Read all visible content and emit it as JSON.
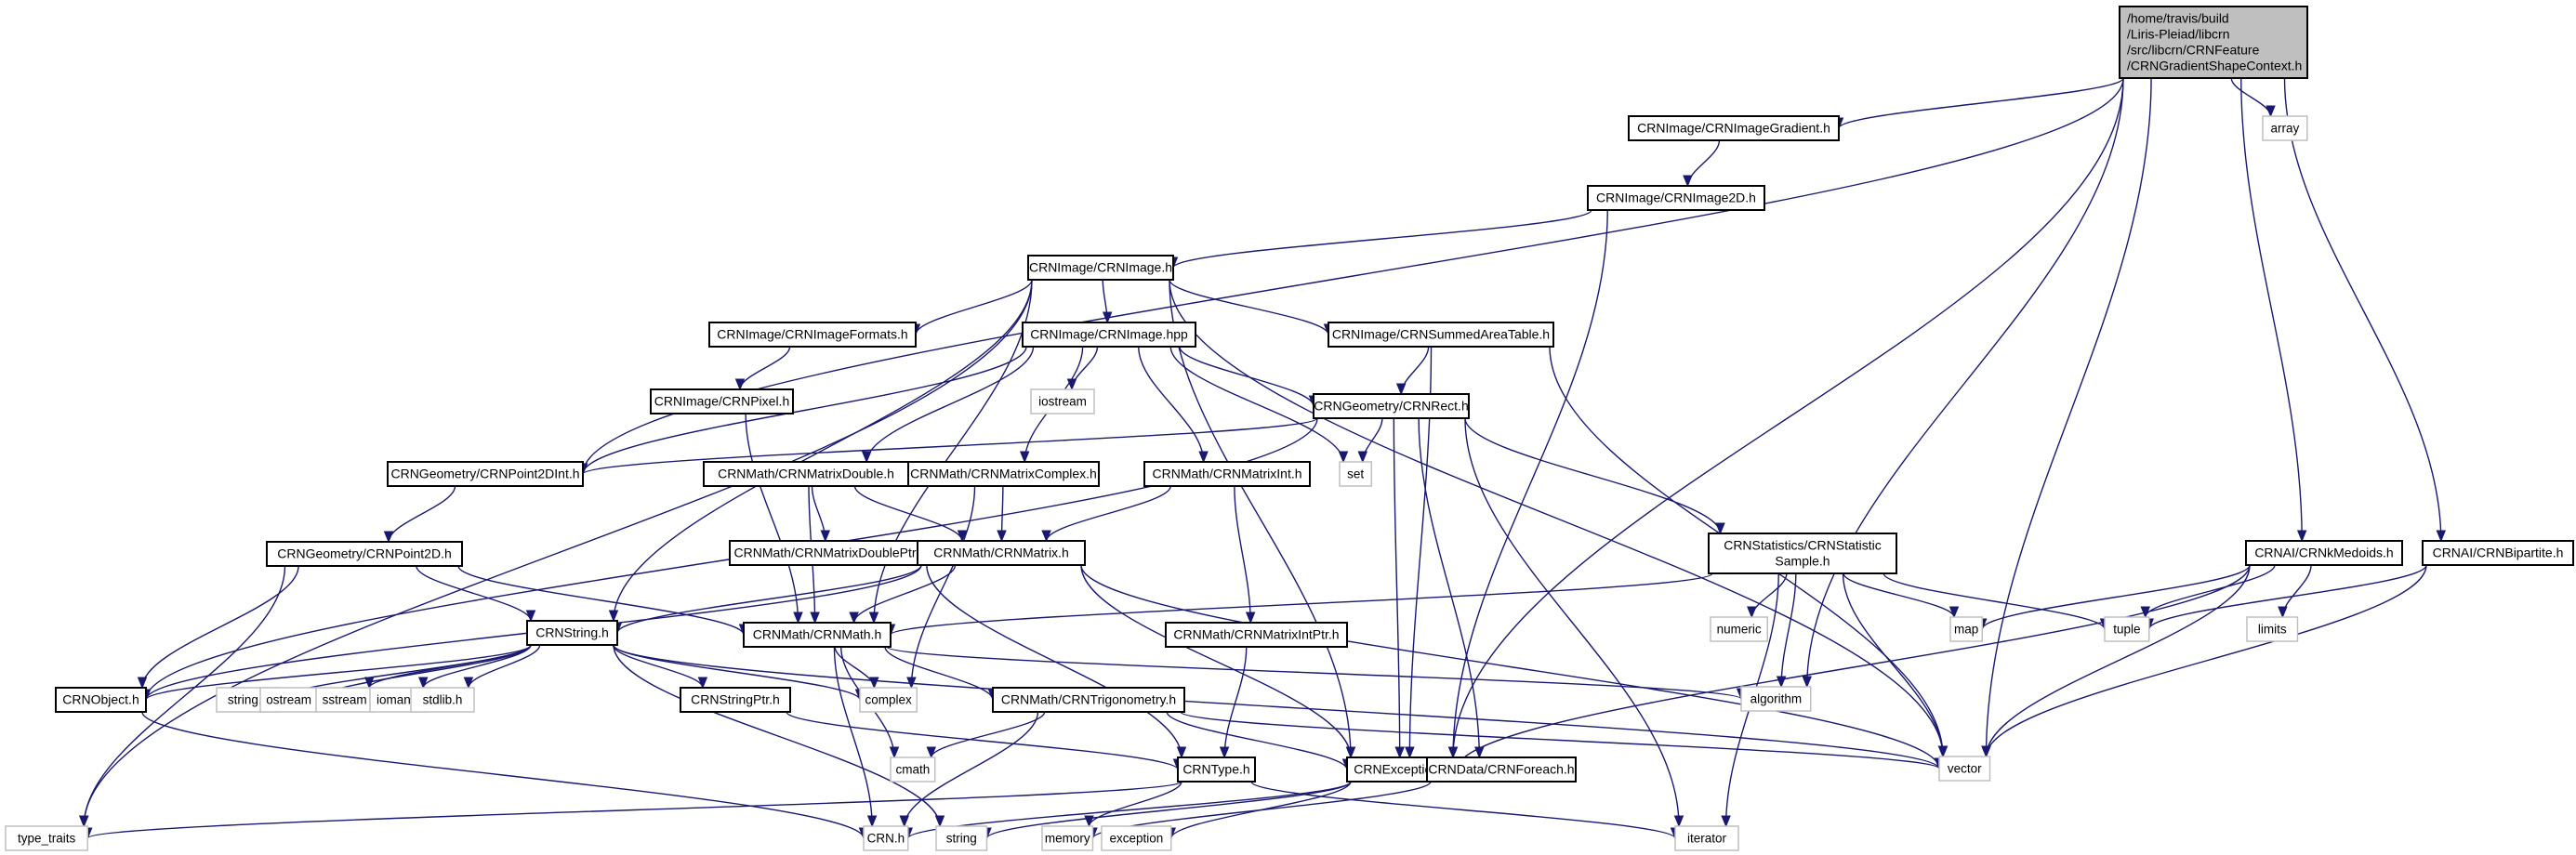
{
  "title": "Include dependency graph for CRNGradientShapeContext.h",
  "colors": {
    "edge": "#191970",
    "root_fill": "#bfbfbf",
    "local_border": "#000000",
    "system_border": "#bfbfbf"
  },
  "nodes": [
    {
      "id": "root",
      "kind": "root",
      "lines": [
        "/home/travis/build",
        "/Liris-Pleiad/libcrn",
        "/src/libcrn/CRNFeature",
        "/CRNGradientShapeContext.h"
      ]
    },
    {
      "id": "ImageGradient",
      "kind": "local",
      "lines": [
        "CRNImage/CRNImageGradient.h"
      ]
    },
    {
      "id": "array",
      "kind": "system",
      "lines": [
        "array"
      ]
    },
    {
      "id": "Image2D",
      "kind": "local",
      "lines": [
        "CRNImage/CRNImage2D.h"
      ]
    },
    {
      "id": "Image",
      "kind": "local",
      "lines": [
        "CRNImage/CRNImage.h"
      ]
    },
    {
      "id": "ImageFormats",
      "kind": "local",
      "lines": [
        "CRNImage/CRNImageFormats.h"
      ]
    },
    {
      "id": "ImageHpp",
      "kind": "local",
      "lines": [
        "CRNImage/CRNImage.hpp"
      ]
    },
    {
      "id": "SAT",
      "kind": "local",
      "lines": [
        "CRNImage/CRNSummedAreaTable.h"
      ]
    },
    {
      "id": "Pixel",
      "kind": "local",
      "lines": [
        "CRNImage/CRNPixel.h"
      ]
    },
    {
      "id": "iostream",
      "kind": "system",
      "lines": [
        "iostream"
      ]
    },
    {
      "id": "Rect",
      "kind": "local",
      "lines": [
        "CRNGeometry/CRNRect.h"
      ]
    },
    {
      "id": "Point2DInt",
      "kind": "local",
      "lines": [
        "CRNGeometry/CRNPoint2DInt.h"
      ]
    },
    {
      "id": "MatrixDouble",
      "kind": "local",
      "lines": [
        "CRNMath/CRNMatrixDouble.h"
      ]
    },
    {
      "id": "MatrixComplex",
      "kind": "local",
      "lines": [
        "CRNMath/CRNMatrixComplex.h"
      ]
    },
    {
      "id": "MatrixInt",
      "kind": "local",
      "lines": [
        "CRNMath/CRNMatrixInt.h"
      ]
    },
    {
      "id": "set",
      "kind": "system",
      "lines": [
        "set"
      ]
    },
    {
      "id": "Point2D",
      "kind": "local",
      "lines": [
        "CRNGeometry/CRNPoint2D.h"
      ]
    },
    {
      "id": "MatrixDoublePtr",
      "kind": "local",
      "lines": [
        "CRNMath/CRNMatrixDoublePtr.h"
      ]
    },
    {
      "id": "Matrix",
      "kind": "local",
      "lines": [
        "CRNMath/CRNMatrix.h"
      ]
    },
    {
      "id": "StatSample",
      "kind": "local",
      "lines": [
        "CRNStatistics/CRNStatistic",
        "Sample.h"
      ]
    },
    {
      "id": "kMedoids",
      "kind": "local",
      "lines": [
        "CRNAI/CRNkMedoids.h"
      ]
    },
    {
      "id": "Bipartite",
      "kind": "local",
      "lines": [
        "CRNAI/CRNBipartite.h"
      ]
    },
    {
      "id": "String",
      "kind": "local",
      "lines": [
        "CRNString.h"
      ]
    },
    {
      "id": "Math",
      "kind": "local",
      "lines": [
        "CRNMath/CRNMath.h"
      ]
    },
    {
      "id": "MatrixIntPtr",
      "kind": "local",
      "lines": [
        "CRNMath/CRNMatrixIntPtr.h"
      ]
    },
    {
      "id": "numeric",
      "kind": "system",
      "lines": [
        "numeric"
      ]
    },
    {
      "id": "map",
      "kind": "system",
      "lines": [
        "map"
      ]
    },
    {
      "id": "tuple",
      "kind": "system",
      "lines": [
        "tuple"
      ]
    },
    {
      "id": "limits",
      "kind": "system",
      "lines": [
        "limits"
      ]
    },
    {
      "id": "Object",
      "kind": "local",
      "lines": [
        "CRNObject.h"
      ]
    },
    {
      "id": "stringh",
      "kind": "system",
      "lines": [
        "string.h"
      ]
    },
    {
      "id": "ostream",
      "kind": "system",
      "lines": [
        "ostream"
      ]
    },
    {
      "id": "sstream",
      "kind": "system",
      "lines": [
        "sstream"
      ]
    },
    {
      "id": "iomanip",
      "kind": "system",
      "lines": [
        "iomanip"
      ]
    },
    {
      "id": "stdlib",
      "kind": "system",
      "lines": [
        "stdlib.h"
      ]
    },
    {
      "id": "StringPtr",
      "kind": "local",
      "lines": [
        "CRNStringPtr.h"
      ]
    },
    {
      "id": "complex",
      "kind": "system",
      "lines": [
        "complex"
      ]
    },
    {
      "id": "Trigonometry",
      "kind": "local",
      "lines": [
        "CRNMath/CRNTrigonometry.h"
      ]
    },
    {
      "id": "algorithm",
      "kind": "system",
      "lines": [
        "algorithm"
      ]
    },
    {
      "id": "cmath",
      "kind": "system",
      "lines": [
        "cmath"
      ]
    },
    {
      "id": "Type",
      "kind": "local",
      "lines": [
        "CRNType.h"
      ]
    },
    {
      "id": "Exception",
      "kind": "local",
      "lines": [
        "CRNException.h"
      ]
    },
    {
      "id": "Foreach",
      "kind": "local",
      "lines": [
        "CRNData/CRNForeach.h"
      ]
    },
    {
      "id": "vector",
      "kind": "system",
      "lines": [
        "vector"
      ]
    },
    {
      "id": "type_traits",
      "kind": "system",
      "lines": [
        "type_traits"
      ]
    },
    {
      "id": "CRN",
      "kind": "system",
      "lines": [
        "CRN.h"
      ]
    },
    {
      "id": "string",
      "kind": "system",
      "lines": [
        "string"
      ]
    },
    {
      "id": "memory",
      "kind": "system",
      "lines": [
        "memory"
      ]
    },
    {
      "id": "exception",
      "kind": "system",
      "lines": [
        "exception"
      ]
    },
    {
      "id": "iterator",
      "kind": "system",
      "lines": [
        "iterator"
      ]
    }
  ],
  "edges": [
    [
      "root",
      "ImageGradient"
    ],
    [
      "root",
      "array"
    ],
    [
      "root",
      "Point2DInt"
    ],
    [
      "root",
      "algorithm"
    ],
    [
      "root",
      "Exception"
    ],
    [
      "root",
      "vector"
    ],
    [
      "root",
      "kMedoids"
    ],
    [
      "root",
      "Bipartite"
    ],
    [
      "ImageGradient",
      "Image2D"
    ],
    [
      "Image2D",
      "Image"
    ],
    [
      "Image2D",
      "Exception"
    ],
    [
      "Image",
      "ImageFormats"
    ],
    [
      "Image",
      "ImageHpp"
    ],
    [
      "Image",
      "SAT"
    ],
    [
      "Image",
      "String"
    ],
    [
      "Image",
      "Math"
    ],
    [
      "Image",
      "type_traits"
    ],
    [
      "Image",
      "Exception"
    ],
    [
      "Image",
      "vector"
    ],
    [
      "ImageFormats",
      "Pixel"
    ],
    [
      "ImageHpp",
      "Point2DInt"
    ],
    [
      "ImageHpp",
      "MatrixDouble"
    ],
    [
      "ImageHpp",
      "MatrixComplex"
    ],
    [
      "ImageHpp",
      "iostream"
    ],
    [
      "ImageHpp",
      "MatrixInt"
    ],
    [
      "ImageHpp",
      "set"
    ],
    [
      "ImageHpp",
      "Rect"
    ],
    [
      "SAT",
      "Rect"
    ],
    [
      "SAT",
      "Exception"
    ],
    [
      "SAT",
      "vector"
    ],
    [
      "Pixel",
      "Math"
    ],
    [
      "Rect",
      "Point2DInt"
    ],
    [
      "Rect",
      "set"
    ],
    [
      "Rect",
      "StatSample"
    ],
    [
      "Rect",
      "Object"
    ],
    [
      "Rect",
      "Exception"
    ],
    [
      "Rect",
      "Foreach"
    ],
    [
      "Rect",
      "iterator"
    ],
    [
      "Point2DInt",
      "Point2D"
    ],
    [
      "MatrixDouble",
      "MatrixDoublePtr"
    ],
    [
      "MatrixDouble",
      "Matrix"
    ],
    [
      "MatrixDouble",
      "Math"
    ],
    [
      "MatrixComplex",
      "Matrix"
    ],
    [
      "MatrixComplex",
      "complex"
    ],
    [
      "MatrixInt",
      "Matrix"
    ],
    [
      "MatrixInt",
      "MatrixIntPtr"
    ],
    [
      "Point2D",
      "String"
    ],
    [
      "Point2D",
      "Object"
    ],
    [
      "Point2D",
      "Math"
    ],
    [
      "Point2D",
      "type_traits"
    ],
    [
      "Matrix",
      "Math"
    ],
    [
      "Matrix",
      "String"
    ],
    [
      "Matrix",
      "Object"
    ],
    [
      "Matrix",
      "Exception"
    ],
    [
      "Matrix",
      "vector"
    ],
    [
      "MatrixDoublePtr",
      "Type"
    ],
    [
      "StatSample",
      "Math"
    ],
    [
      "StatSample",
      "numeric"
    ],
    [
      "StatSample",
      "algorithm"
    ],
    [
      "StatSample",
      "map"
    ],
    [
      "StatSample",
      "tuple"
    ],
    [
      "StatSample",
      "vector"
    ],
    [
      "StatSample",
      "iterator"
    ],
    [
      "kMedoids",
      "map"
    ],
    [
      "kMedoids",
      "tuple"
    ],
    [
      "kMedoids",
      "limits"
    ],
    [
      "kMedoids",
      "vector"
    ],
    [
      "kMedoids",
      "Exception"
    ],
    [
      "Bipartite",
      "tuple"
    ],
    [
      "Bipartite",
      "vector"
    ],
    [
      "String",
      "Object"
    ],
    [
      "String",
      "stringh"
    ],
    [
      "String",
      "ostream"
    ],
    [
      "String",
      "sstream"
    ],
    [
      "String",
      "iomanip"
    ],
    [
      "String",
      "stdlib"
    ],
    [
      "String",
      "StringPtr"
    ],
    [
      "String",
      "complex"
    ],
    [
      "String",
      "vector"
    ],
    [
      "String",
      "string"
    ],
    [
      "Math",
      "complex"
    ],
    [
      "Math",
      "cmath"
    ],
    [
      "Math",
      "Trigonometry"
    ],
    [
      "Math",
      "CRN"
    ],
    [
      "Math",
      "algorithm"
    ],
    [
      "MatrixIntPtr",
      "Type"
    ],
    [
      "StringPtr",
      "Type"
    ],
    [
      "Trigonometry",
      "cmath"
    ],
    [
      "Trigonometry",
      "CRN"
    ],
    [
      "Trigonometry",
      "Exception"
    ],
    [
      "Trigonometry",
      "vector"
    ],
    [
      "Object",
      "CRN"
    ],
    [
      "Type",
      "type_traits"
    ],
    [
      "Type",
      "memory"
    ],
    [
      "Type",
      "iterator"
    ],
    [
      "Exception",
      "CRN"
    ],
    [
      "Exception",
      "string"
    ],
    [
      "Exception",
      "exception"
    ],
    [
      "Foreach",
      "memory"
    ]
  ]
}
